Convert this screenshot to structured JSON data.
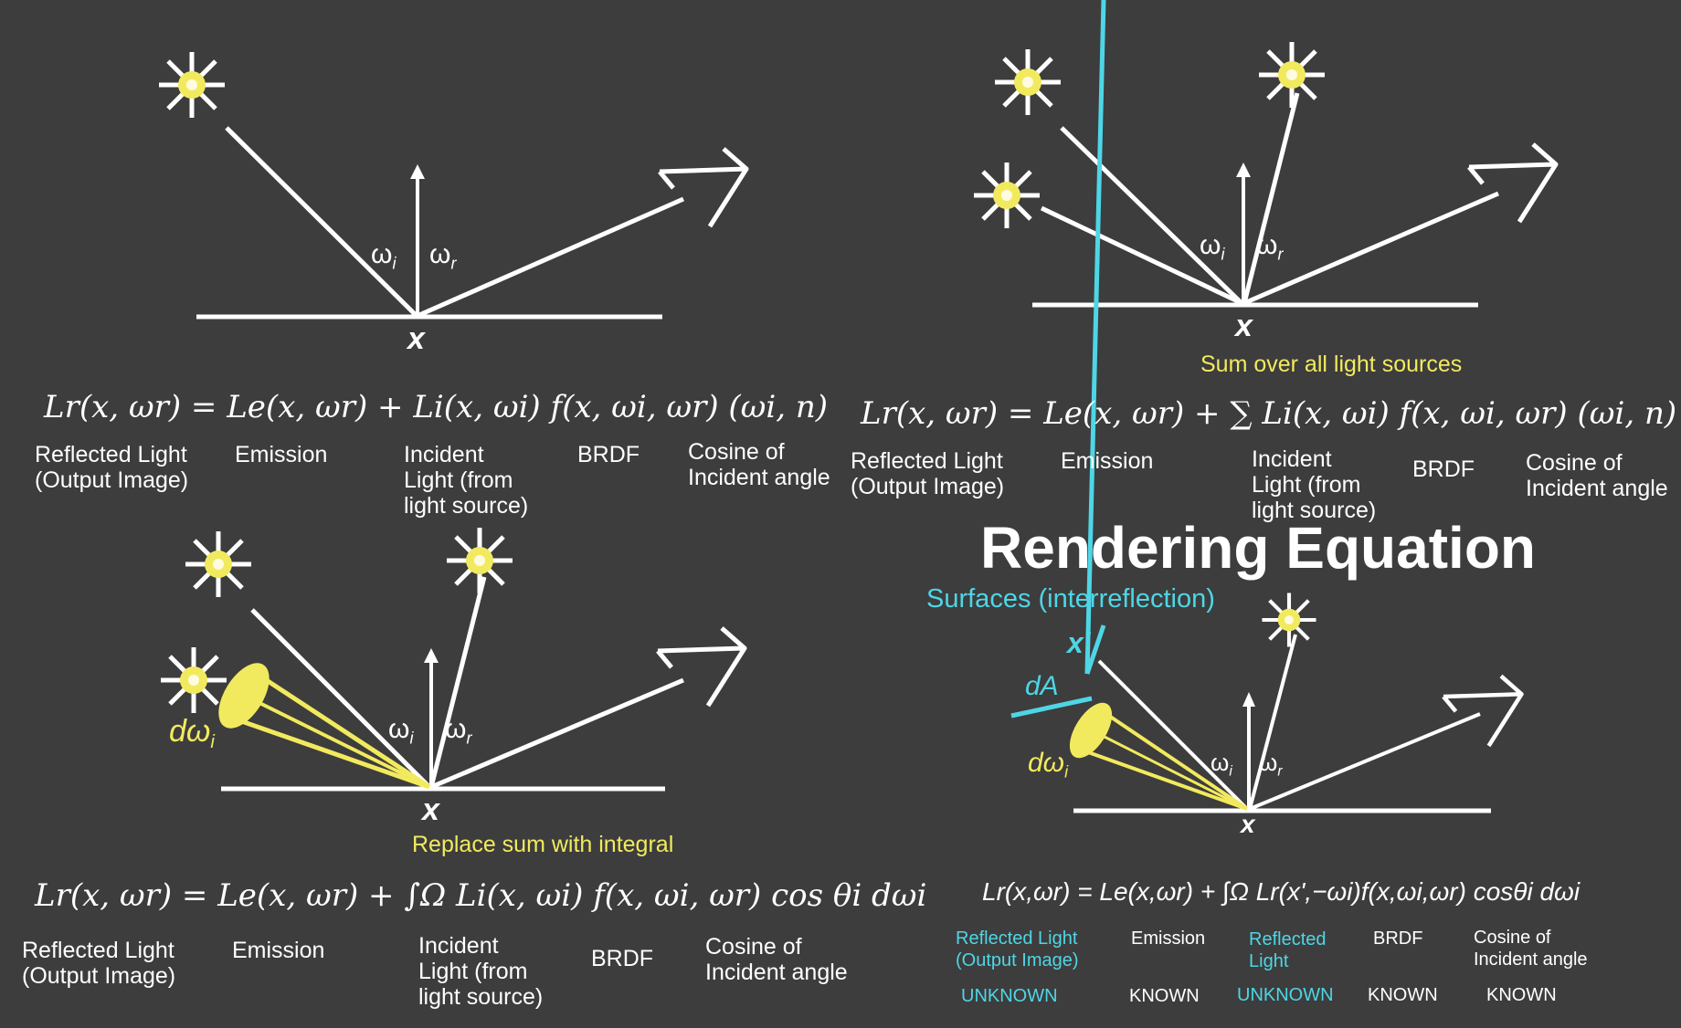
{
  "title": "Rendering Equation",
  "panels": {
    "top_left": {
      "point": "x",
      "omega_i": "ω",
      "omega_i_sub": "i",
      "omega_r": "ω",
      "omega_r_sub": "r",
      "equation": "Lr(x, ωr) = Le(x, ωr) + Li(x, ωi) f(x, ωi, ωr) (ωi, n)",
      "labels": [
        "Reflected Light\n(Output Image)",
        "Emission",
        "Incident\nLight (from\nlight source)",
        "BRDF",
        "Cosine of\nIncident angle"
      ]
    },
    "top_right": {
      "point": "x",
      "omega_i": "ω",
      "omega_i_sub": "i",
      "omega_r": "ω",
      "omega_r_sub": "r",
      "caption": "Sum over all light sources",
      "equation": "Lr(x, ωr) = Le(x, ωr) + ∑ Li(x, ωi) f(x, ωi, ωr) (ωi, n)",
      "labels": [
        "Reflected Light\n(Output Image)",
        "Emission",
        "Incident\nLight (from\nlight source)",
        "BRDF",
        "Cosine of\nIncident angle"
      ]
    },
    "bottom_left": {
      "point": "x",
      "omega_i": "ω",
      "omega_i_sub": "i",
      "omega_r": "ω",
      "omega_r_sub": "r",
      "d_omega": "dω",
      "d_omega_sub": "i",
      "caption": "Replace sum with integral",
      "equation": "Lr(x, ωr) = Le(x, ωr) + ∫Ω Li(x, ωi) f(x, ωi, ωr) cos θi dωi",
      "labels": [
        "Reflected Light\n(Output Image)",
        "Emission",
        "Incident\nLight (from\nlight source)",
        "BRDF",
        "Cosine of\nIncident angle"
      ]
    },
    "bottom_right": {
      "point": "x",
      "point_prime": "x'",
      "dA": "dA",
      "omega_i": "ω",
      "omega_i_sub": "i",
      "omega_r": "ω",
      "omega_r_sub": "r",
      "d_omega": "dω",
      "d_omega_sub": "i",
      "caption": "Surfaces (interreflection)",
      "equation": "Lr(x,ωr) = Le(x,ωr) + ∫Ω Lr(x',−ωi)f(x,ωi,ωr) cosθi dωi",
      "labels": [
        "Reflected Light\n(Output Image)",
        "Emission",
        "Reflected\nLight",
        "BRDF",
        "Cosine of\nIncident angle"
      ],
      "status": [
        "UNKNOWN",
        "KNOWN",
        "UNKNOWN",
        "KNOWN",
        "KNOWN"
      ]
    }
  },
  "colors": {
    "background": "#3d3d3d",
    "highlight": "#f2ea5e",
    "accent": "#4ed6e6",
    "line": "#ffffff"
  }
}
